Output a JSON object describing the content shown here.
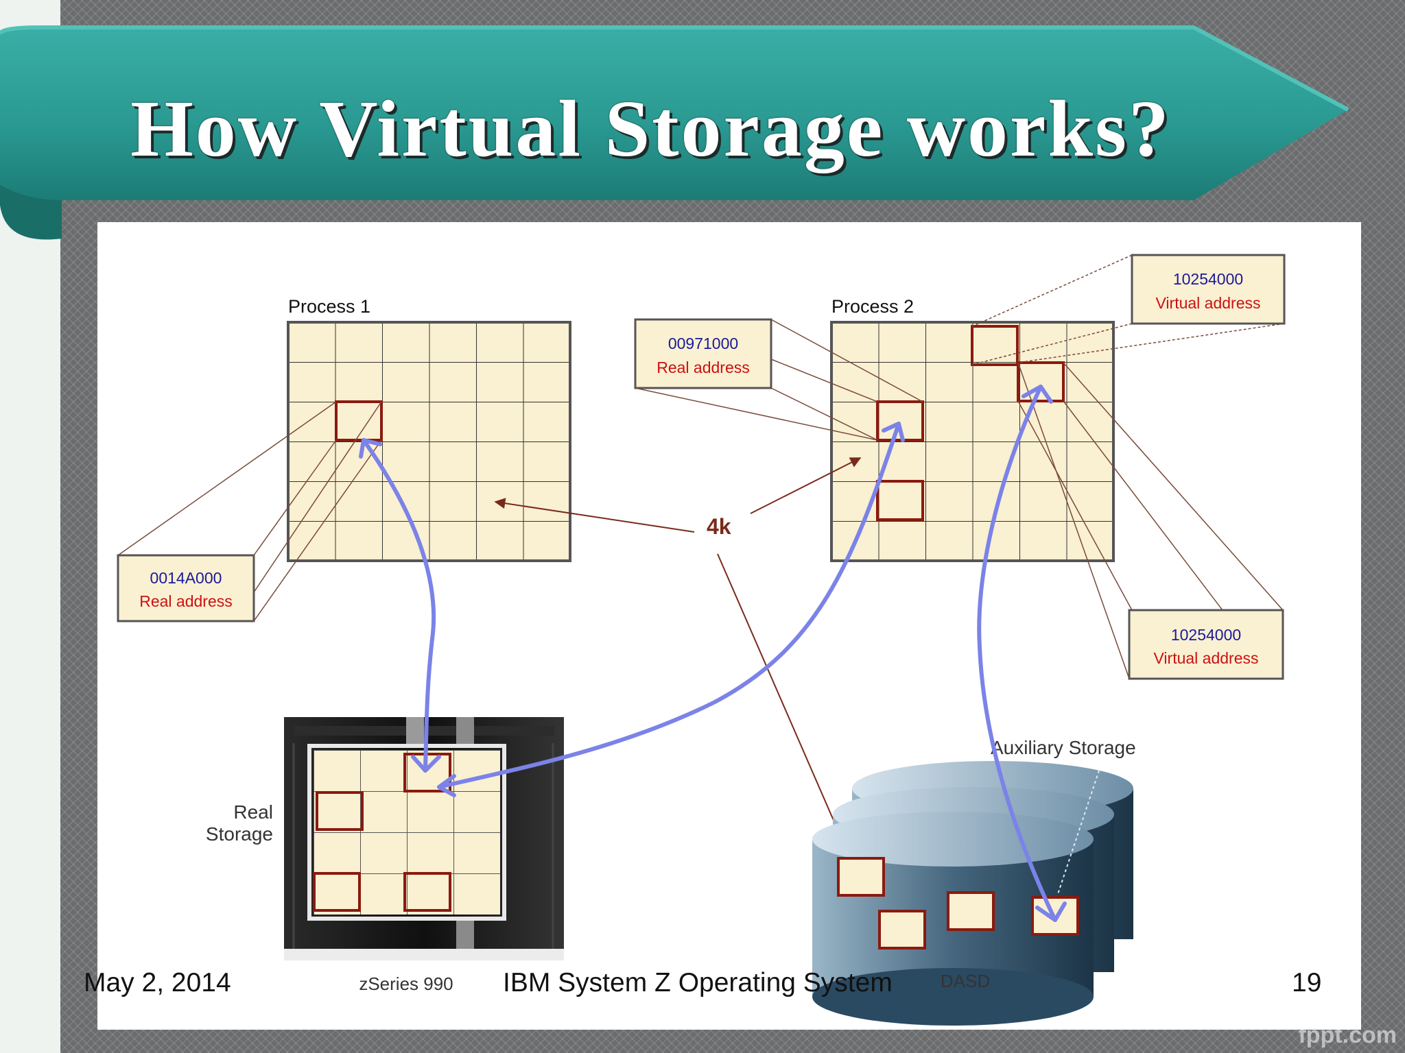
{
  "slide": {
    "title": "How Virtual Storage works?",
    "footer_date": "May 2, 2014",
    "footer_center": "IBM System Z Operating System",
    "page_number": "19",
    "watermark": "fppt.com"
  },
  "diagram": {
    "process1_label": "Process 1",
    "process2_label": "Process 2",
    "page_size_label": "4k",
    "callout_p1_real": {
      "address": "0014A000",
      "kind": "Real address"
    },
    "callout_p2_real": {
      "address": "00971000",
      "kind": "Real address"
    },
    "callout_p2_virtual_top": {
      "address": "10254000",
      "kind": "Virtual address"
    },
    "callout_p2_virtual_bottom": {
      "address": "10254000",
      "kind": "Virtual address"
    },
    "real_storage_label_1": "Real",
    "real_storage_label_2": "Storage",
    "machine_label": "zSeries 990",
    "aux_storage_label": "Auxiliary Storage",
    "dasd_label": "DASD"
  },
  "colors": {
    "banner": "#2a9a92",
    "grid_fill": "#faf0d2",
    "page_outline": "#8b1a0e",
    "arrow": "#7b83e8",
    "address_number": "#1a1a9a",
    "address_kind": "#cc1111",
    "pointer": "#7a2a1a"
  }
}
